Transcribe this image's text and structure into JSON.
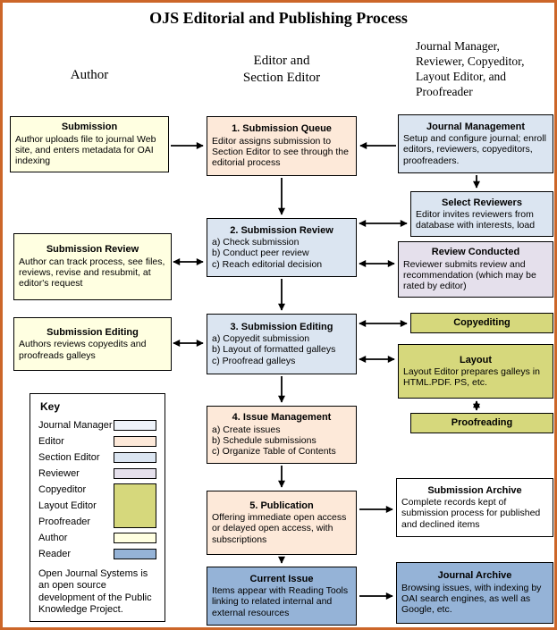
{
  "page": {
    "title": "OJS Editorial and Publishing Process"
  },
  "column_headers": {
    "author": "Author",
    "editor_section_editor": "Editor and\nSection Editor",
    "staff": "Journal Manager,\nReviewer, Copyeditor,\nLayout Editor, and\nProofreader"
  },
  "author_lane": {
    "submission": {
      "title": "Submission",
      "body": "Author uploads file to journal Web site, and enters metadata for OAI indexing"
    },
    "submission_review": {
      "title": "Submission Review",
      "body": "Author can track process, see files, reviews, revise and resubmit, at editor's request"
    },
    "submission_editing": {
      "title": "Submission Editing",
      "body": "Authors reviews copyedits and proofreads galleys"
    }
  },
  "editor_lane": {
    "submission_queue": {
      "title": "1. Submission Queue",
      "body": "Editor assigns submission to Section Editor to see through the editorial process"
    },
    "submission_review": {
      "title": "2. Submission Review",
      "body": "a) Check submission\nb) Conduct peer review\nc) Reach editorial decision"
    },
    "submission_editing": {
      "title": "3. Submission Editing",
      "body": "a) Copyedit submission\nb) Layout of formatted galleys\nc) Proofread galleys"
    },
    "issue_management": {
      "title": "4. Issue Management",
      "body": "a) Create issues\nb) Schedule submissions\nc) Organize Table of Contents"
    },
    "publication": {
      "title": "5. Publication",
      "body": "Offering immediate open access or delayed open access, with subscriptions"
    },
    "current_issue": {
      "title": "Current Issue",
      "body": "Items appear with Reading Tools linking to related internal and external resources"
    }
  },
  "staff_lane": {
    "journal_management": {
      "title": "Journal Management",
      "body": "Setup and configure journal; enroll editors, reviewers, copyeditors, proofreaders."
    },
    "select_reviewers": {
      "title": "Select Reviewers",
      "body": "Editor invites reviewers from database with interests, load"
    },
    "review_conducted": {
      "title": "Review Conducted",
      "body": "Reviewer submits review and recommendation (which may be rated by editor)"
    },
    "copyediting": {
      "title": "Copyediting"
    },
    "layout": {
      "title": "Layout",
      "body": "Layout Editor prepares galleys in HTML.PDF. PS, etc."
    },
    "proofreading": {
      "title": "Proofreading"
    },
    "submission_archive": {
      "title": "Submission Archive",
      "body": "Complete records kept of submission process for published and declined items"
    },
    "journal_archive": {
      "title": "Journal Archive",
      "body": "Browsing issues, with indexing by OAI search engines, as well as Google, etc."
    }
  },
  "key": {
    "title": "Key",
    "entries": [
      {
        "label": "Journal Manager",
        "color": "#eef3fa"
      },
      {
        "label": "Editor",
        "color": "#fde9d9"
      },
      {
        "label": "Section Editor",
        "color": "#dbe5f1"
      },
      {
        "label": "Reviewer",
        "color": "#e5e0ec"
      },
      {
        "label": "Copyeditor",
        "color": "#d6d87c"
      },
      {
        "label": "Layout Editor",
        "color": "#d6d87c"
      },
      {
        "label": "Proofreader",
        "color": "#d6d87c"
      },
      {
        "label": "Author",
        "color": "#ffffe1"
      },
      {
        "label": "Reader",
        "color": "#95b3d7"
      }
    ],
    "note": "Open Journal Systems is an open source development of the Public Knowledge Project."
  },
  "colors": {
    "author": "#ffffe1",
    "editor": "#fde9d9",
    "section_editor": "#dbe5f1",
    "journal_manager": "#eef3fa",
    "reviewer": "#e5e0ec",
    "copyeditor_layout_proofreader": "#d6d87c",
    "reader": "#95b3d7",
    "archive_white": "#ffffff",
    "page_border": "#cc6629"
  }
}
